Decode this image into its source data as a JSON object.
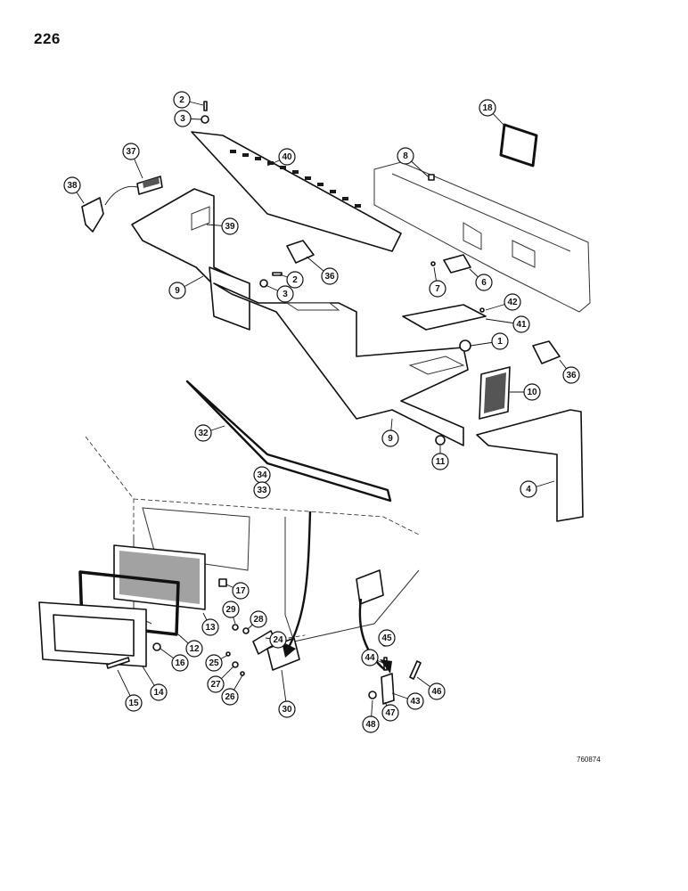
{
  "page": {
    "number": "226",
    "drawing_code": "760874"
  },
  "callouts": [
    {
      "num": "2"
    },
    {
      "num": "3"
    },
    {
      "num": "40"
    },
    {
      "num": "18"
    },
    {
      "num": "8"
    },
    {
      "num": "37"
    },
    {
      "num": "38"
    },
    {
      "num": "39"
    },
    {
      "num": "9"
    },
    {
      "num": "36"
    },
    {
      "num": "2"
    },
    {
      "num": "3"
    },
    {
      "num": "7"
    },
    {
      "num": "6"
    },
    {
      "num": "42"
    },
    {
      "num": "41"
    },
    {
      "num": "1"
    },
    {
      "num": "36"
    },
    {
      "num": "10"
    },
    {
      "num": "9"
    },
    {
      "num": "11"
    },
    {
      "num": "32"
    },
    {
      "num": "34"
    },
    {
      "num": "33"
    },
    {
      "num": "4"
    },
    {
      "num": "17"
    },
    {
      "num": "13"
    },
    {
      "num": "12"
    },
    {
      "num": "29"
    },
    {
      "num": "28"
    },
    {
      "num": "16"
    },
    {
      "num": "25"
    },
    {
      "num": "24"
    },
    {
      "num": "27"
    },
    {
      "num": "26"
    },
    {
      "num": "14"
    },
    {
      "num": "15"
    },
    {
      "num": "30"
    },
    {
      "num": "45"
    },
    {
      "num": "44"
    },
    {
      "num": "46"
    },
    {
      "num": "47"
    },
    {
      "num": "43"
    },
    {
      "num": "48"
    }
  ]
}
